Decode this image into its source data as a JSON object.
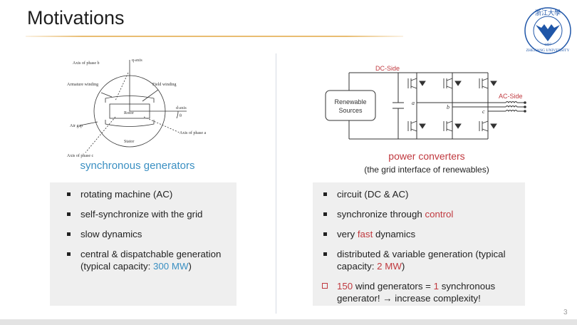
{
  "slide": {
    "title": "Motivations",
    "page_number": "3",
    "logo": {
      "name": "zhejiang-university-logo",
      "text": "ZHEJIANG UNIVERSITY",
      "year": "1897",
      "chinese": "浙江大學",
      "color": "#1f56a8"
    }
  },
  "left": {
    "diagram_labels": {
      "axis_phase_b": "Axis of phase b",
      "q_axis": "q-axis",
      "armature_winding": "Armature winding",
      "field_winding": "Field winding",
      "d_axis": "d-axis",
      "air_gap": "Air gap",
      "rotor": "Rotor",
      "stator": "Stator",
      "theta": "θ",
      "axis_phase_a": "Axis of phase a",
      "axis_phase_c": "Axis of phase c"
    },
    "caption": "synchronous generators",
    "bullets": [
      {
        "parts": [
          {
            "text": "rotating machine (AC)",
            "style": "normal"
          }
        ]
      },
      {
        "parts": [
          {
            "text": "self-synchronize with the grid",
            "style": "normal"
          }
        ]
      },
      {
        "parts": [
          {
            "text": "slow dynamics",
            "style": "normal"
          }
        ]
      },
      {
        "parts": [
          {
            "text": "central & dispatchable generation (typical capacity: ",
            "style": "normal"
          },
          {
            "text": "300 MW",
            "style": "blue"
          },
          {
            "text": ")",
            "style": "normal"
          }
        ]
      }
    ]
  },
  "right": {
    "diagram_labels": {
      "dc_side": "DC-Side",
      "ac_side": "AC-Side",
      "renewable_line1": "Renewable",
      "renewable_line2": "Sources",
      "node_a": "a",
      "node_b": "b",
      "node_c": "c"
    },
    "caption": "power converters",
    "subcaption": "(the grid interface of renewables)",
    "bullets": [
      {
        "type": "square",
        "parts": [
          {
            "text": "circuit (DC & AC)",
            "style": "normal"
          }
        ]
      },
      {
        "type": "square",
        "parts": [
          {
            "text": "synchronize through ",
            "style": "normal"
          },
          {
            "text": "control",
            "style": "red"
          }
        ]
      },
      {
        "type": "square",
        "parts": [
          {
            "text": "very ",
            "style": "normal"
          },
          {
            "text": "fast",
            "style": "red"
          },
          {
            "text": " dynamics",
            "style": "normal"
          }
        ]
      },
      {
        "type": "square",
        "parts": [
          {
            "text": "distributed & variable generation (typical capacity: ",
            "style": "normal"
          },
          {
            "text": "2 MW",
            "style": "red"
          },
          {
            "text": ")",
            "style": "normal"
          }
        ]
      },
      {
        "type": "checkbox",
        "parts": [
          {
            "text": "150",
            "style": "red"
          },
          {
            "text": " wind generators = ",
            "style": "normal"
          },
          {
            "text": "1",
            "style": "red"
          },
          {
            "text": " synchronous generator! → increase complexity!",
            "style": "normal"
          }
        ]
      }
    ]
  },
  "colors": {
    "title_rule": "#e9bd72",
    "accent_blue": "#3a8fc2",
    "accent_red": "#c0393f",
    "box_bg": "#efefef"
  }
}
